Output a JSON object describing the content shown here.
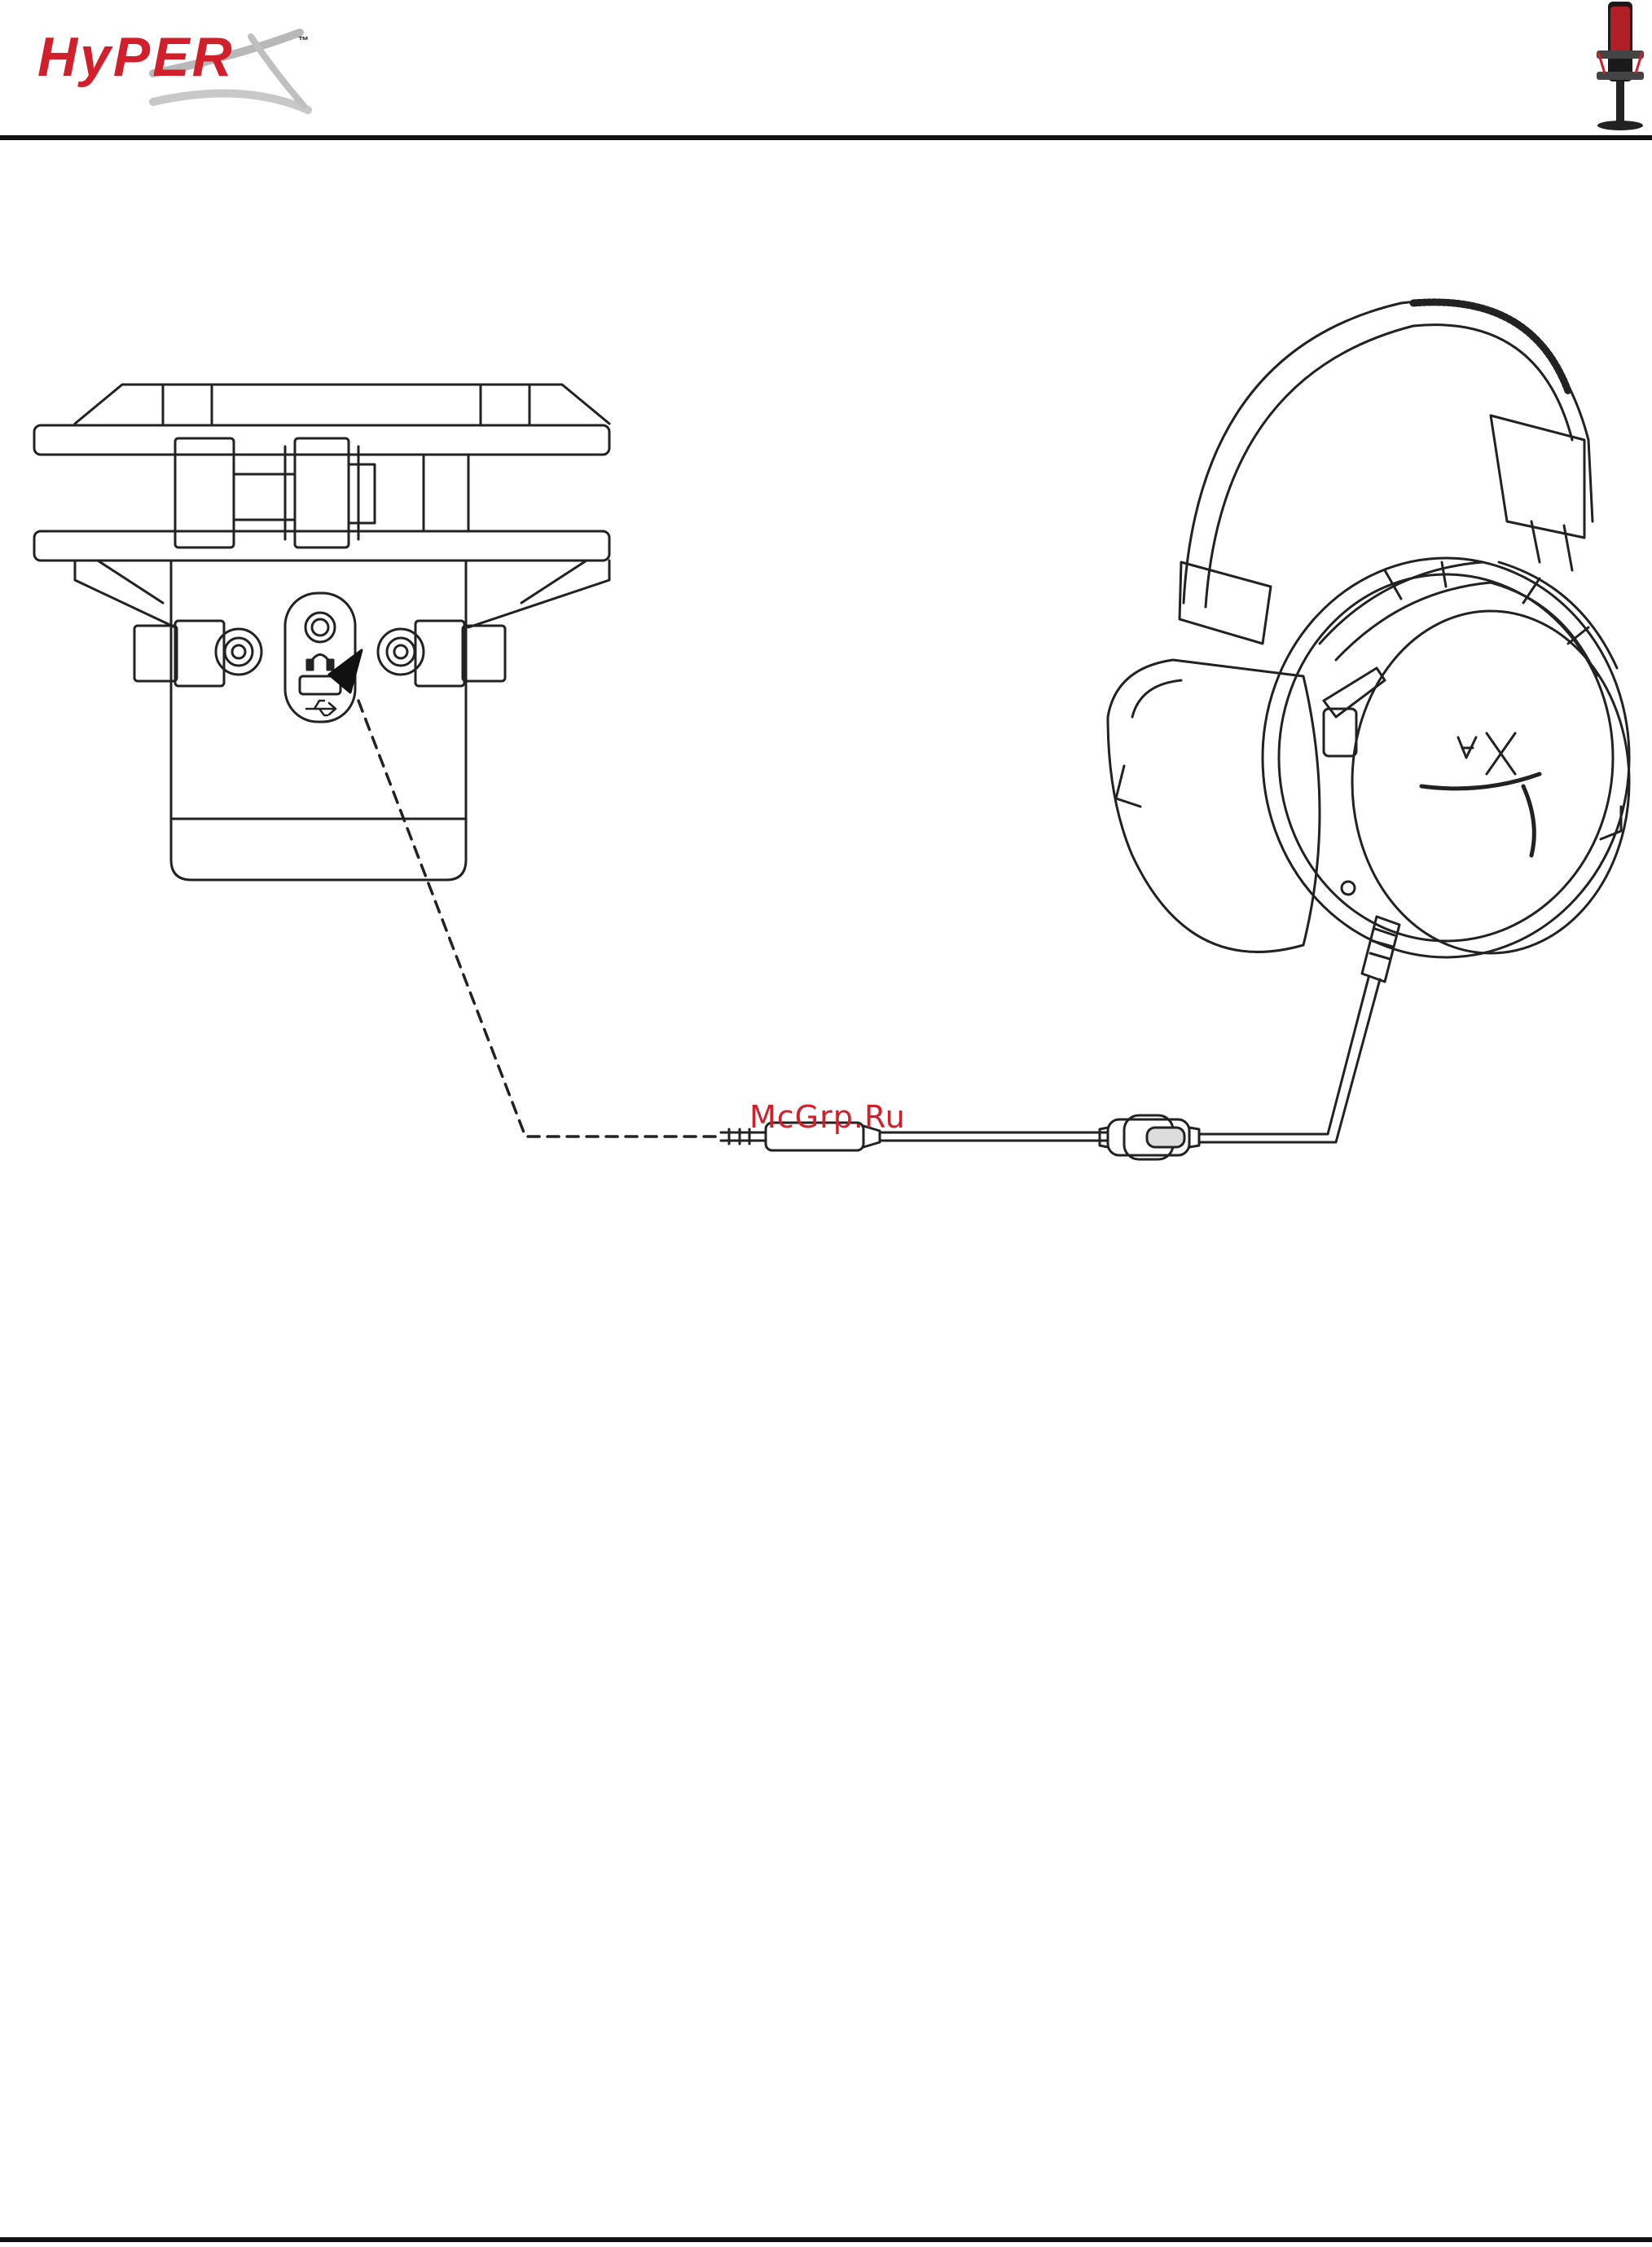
{
  "header": {
    "brand": "HyPER",
    "trademark": "™",
    "brand_color": "#d21f2c",
    "product_icon": "microphone-icon"
  },
  "figure": {
    "microphone_icons": [
      "headphone-jack-icon",
      "headphone-icon",
      "usb-icon"
    ],
    "headset_icon": "hyperx-logo-icon",
    "cable": "dashed-connection-arrow"
  },
  "watermark": {
    "text": "McGrp.Ru"
  }
}
